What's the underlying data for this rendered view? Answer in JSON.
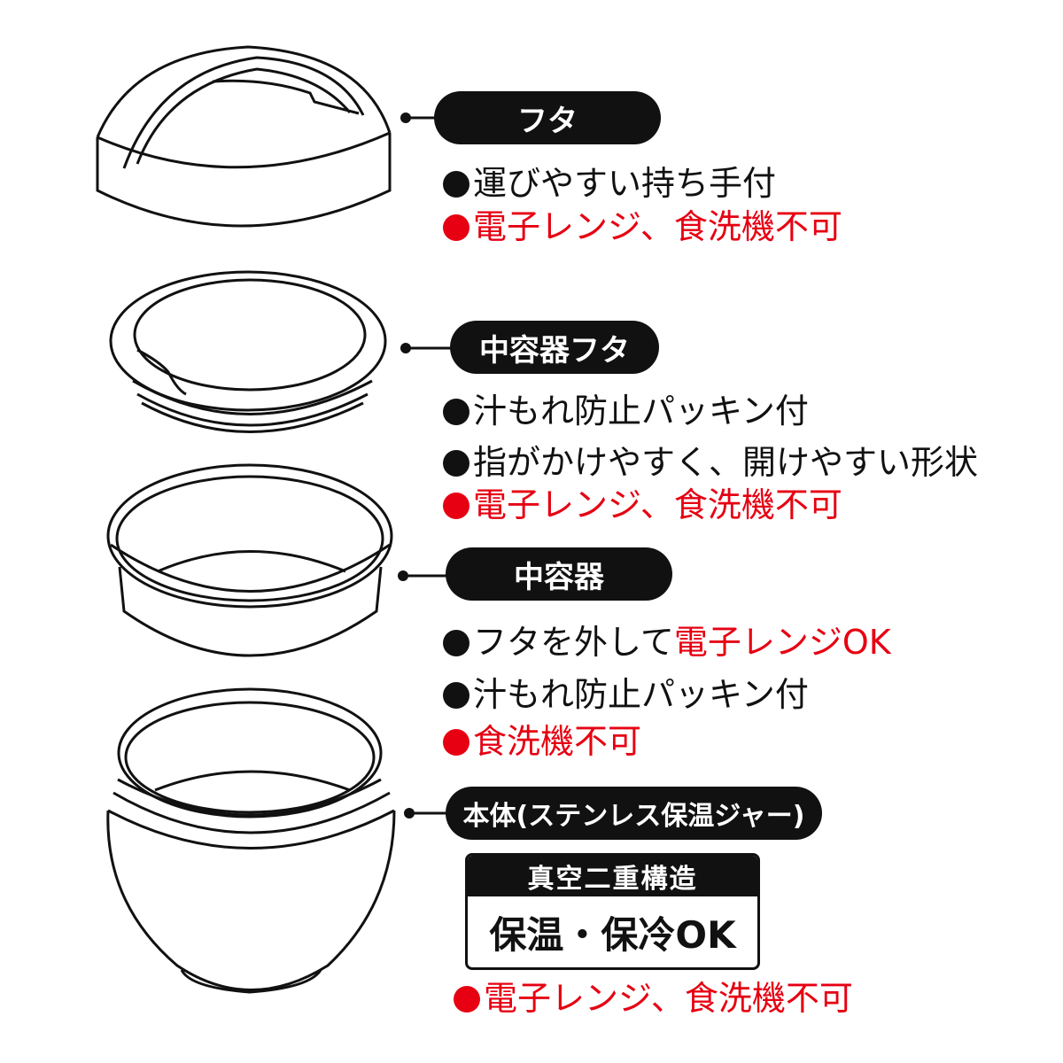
{
  "colors": {
    "ink": "#111111",
    "alert": "#e60012",
    "background": "#ffffff"
  },
  "parts": [
    {
      "label": "フタ",
      "notes": [
        {
          "text": "運びやすい持ち手付",
          "color": "black"
        },
        {
          "text": "電子レンジ、食洗機不可",
          "color": "red"
        }
      ]
    },
    {
      "label": "中容器フタ",
      "notes": [
        {
          "text": "汁もれ防止パッキン付",
          "color": "black"
        },
        {
          "text": "指がかけやすく、開けやすい形状",
          "color": "black"
        },
        {
          "text": "電子レンジ、食洗機不可",
          "color": "red"
        }
      ]
    },
    {
      "label": "中容器",
      "notes": [
        {
          "text_black": "フタを外して",
          "text_red": "電子レンジOK",
          "color": "mixed"
        },
        {
          "text": "汁もれ防止パッキン付",
          "color": "black"
        },
        {
          "text": "食洗機不可",
          "color": "red"
        }
      ]
    },
    {
      "label": "本体(ステンレス保温ジャー)",
      "spec_box": {
        "header": "真空二重構造",
        "body": "保温・保冷OK"
      },
      "notes": [
        {
          "text": "電子レンジ、食洗機不可",
          "color": "red"
        }
      ]
    }
  ]
}
